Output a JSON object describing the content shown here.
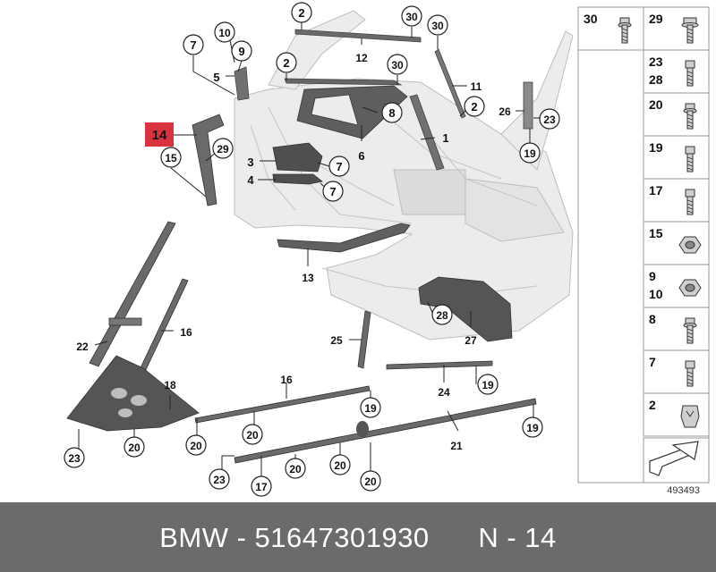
{
  "diagram": {
    "reference_number": "493493",
    "highlighted_callout": "14",
    "callouts": [
      {
        "id": "c2a",
        "text": "2",
        "shape": "circle"
      },
      {
        "id": "c30a",
        "text": "30",
        "shape": "circle"
      },
      {
        "id": "c30b",
        "text": "30",
        "shape": "circle"
      },
      {
        "id": "c12",
        "text": "12",
        "shape": "plain"
      },
      {
        "id": "c7a",
        "text": "7",
        "shape": "circle"
      },
      {
        "id": "c10",
        "text": "10",
        "shape": "circle"
      },
      {
        "id": "c9",
        "text": "9",
        "shape": "circle"
      },
      {
        "id": "c2b",
        "text": "2",
        "shape": "circle"
      },
      {
        "id": "c30c",
        "text": "30",
        "shape": "circle"
      },
      {
        "id": "c11",
        "text": "11",
        "shape": "plain"
      },
      {
        "id": "c5",
        "text": "5",
        "shape": "plain"
      },
      {
        "id": "c2c",
        "text": "2",
        "shape": "circle"
      },
      {
        "id": "c8",
        "text": "8",
        "shape": "circle"
      },
      {
        "id": "c26",
        "text": "26",
        "shape": "plain"
      },
      {
        "id": "c23a",
        "text": "23",
        "shape": "circle"
      },
      {
        "id": "c1",
        "text": "1",
        "shape": "plain"
      },
      {
        "id": "c14",
        "text": "14",
        "shape": "box"
      },
      {
        "id": "c29",
        "text": "29",
        "shape": "circle"
      },
      {
        "id": "c6",
        "text": "6",
        "shape": "plain"
      },
      {
        "id": "c19a",
        "text": "19",
        "shape": "circle"
      },
      {
        "id": "c15",
        "text": "15",
        "shape": "circle"
      },
      {
        "id": "c3",
        "text": "3",
        "shape": "plain"
      },
      {
        "id": "c7b",
        "text": "7",
        "shape": "circle"
      },
      {
        "id": "c4",
        "text": "4",
        "shape": "plain"
      },
      {
        "id": "c7c",
        "text": "7",
        "shape": "circle"
      },
      {
        "id": "c13",
        "text": "13",
        "shape": "plain"
      },
      {
        "id": "c28",
        "text": "28",
        "shape": "circle"
      },
      {
        "id": "c22",
        "text": "22",
        "shape": "plain"
      },
      {
        "id": "c16a",
        "text": "16",
        "shape": "plain"
      },
      {
        "id": "c25",
        "text": "25",
        "shape": "plain"
      },
      {
        "id": "c27",
        "text": "27",
        "shape": "plain"
      },
      {
        "id": "c18",
        "text": "18",
        "shape": "plain"
      },
      {
        "id": "c16b",
        "text": "16",
        "shape": "plain"
      },
      {
        "id": "c24",
        "text": "24",
        "shape": "plain"
      },
      {
        "id": "c19b",
        "text": "19",
        "shape": "circle"
      },
      {
        "id": "c19c",
        "text": "19",
        "shape": "circle"
      },
      {
        "id": "c19d",
        "text": "19",
        "shape": "circle"
      },
      {
        "id": "c20a",
        "text": "20",
        "shape": "circle"
      },
      {
        "id": "c20b",
        "text": "20",
        "shape": "circle"
      },
      {
        "id": "c21",
        "text": "21",
        "shape": "plain"
      },
      {
        "id": "c20c",
        "text": "20",
        "shape": "circle"
      },
      {
        "id": "c23b",
        "text": "23",
        "shape": "circle"
      },
      {
        "id": "c20d",
        "text": "20",
        "shape": "circle"
      },
      {
        "id": "c20e",
        "text": "20",
        "shape": "circle"
      },
      {
        "id": "c20f",
        "text": "20",
        "shape": "circle"
      },
      {
        "id": "c23c",
        "text": "23",
        "shape": "circle"
      },
      {
        "id": "c17",
        "text": "17",
        "shape": "circle"
      },
      {
        "id": "c19e",
        "text": "19",
        "shape": "circle"
      }
    ],
    "fastener_legend": [
      {
        "labels": [
          "30"
        ],
        "fastener": "hex-bolt-icon"
      },
      {
        "labels": [
          "29"
        ],
        "fastener": "flange-screw-icon"
      },
      {
        "labels": [
          "23",
          "28"
        ],
        "fastener": "torx-screw-icon"
      },
      {
        "labels": [
          "20"
        ],
        "fastener": "hex-bolt-icon"
      },
      {
        "labels": [
          "19"
        ],
        "fastener": "torx-screw-icon"
      },
      {
        "labels": [
          "17"
        ],
        "fastener": "torx-screw-icon"
      },
      {
        "labels": [
          "15"
        ],
        "fastener": "hex-nut-icon"
      },
      {
        "labels": [
          "9",
          "10"
        ],
        "fastener": "hex-nut-icon"
      },
      {
        "labels": [
          "8"
        ],
        "fastener": "hex-bolt-icon"
      },
      {
        "labels": [
          "7"
        ],
        "fastener": "torx-screw-icon"
      },
      {
        "labels": [
          "2"
        ],
        "fastener": "clip-nut-icon"
      }
    ],
    "legend_footer_icon": "arrow-symbol-icon"
  },
  "footer": {
    "text": "BMW - 51647301930      N - 14"
  },
  "colors": {
    "footer_bg": "#6b6b6b",
    "highlight": "#d9333f",
    "part_dark": "#585858",
    "body_light": "#e9e9e9"
  }
}
